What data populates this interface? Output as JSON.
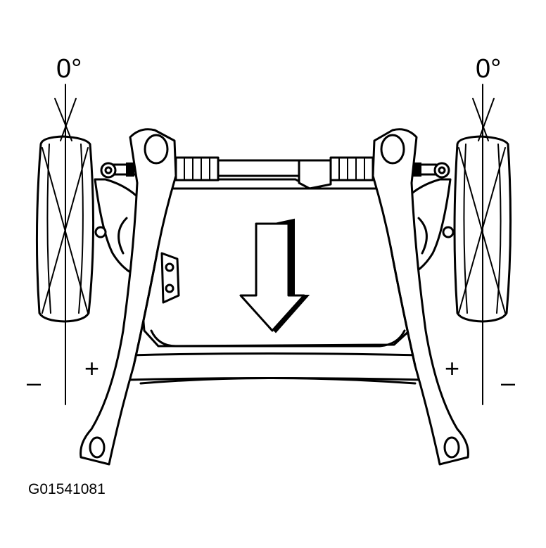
{
  "labels": {
    "left_angle": "0°",
    "right_angle": "0°",
    "left_outer_sign": "–",
    "left_inner_sign": "+",
    "right_inner_sign": "+",
    "right_outer_sign": "–",
    "figure_code": "G01541081"
  },
  "colors": {
    "line": "#000000",
    "background": "#ffffff"
  },
  "arrow": {
    "direction": "down"
  }
}
